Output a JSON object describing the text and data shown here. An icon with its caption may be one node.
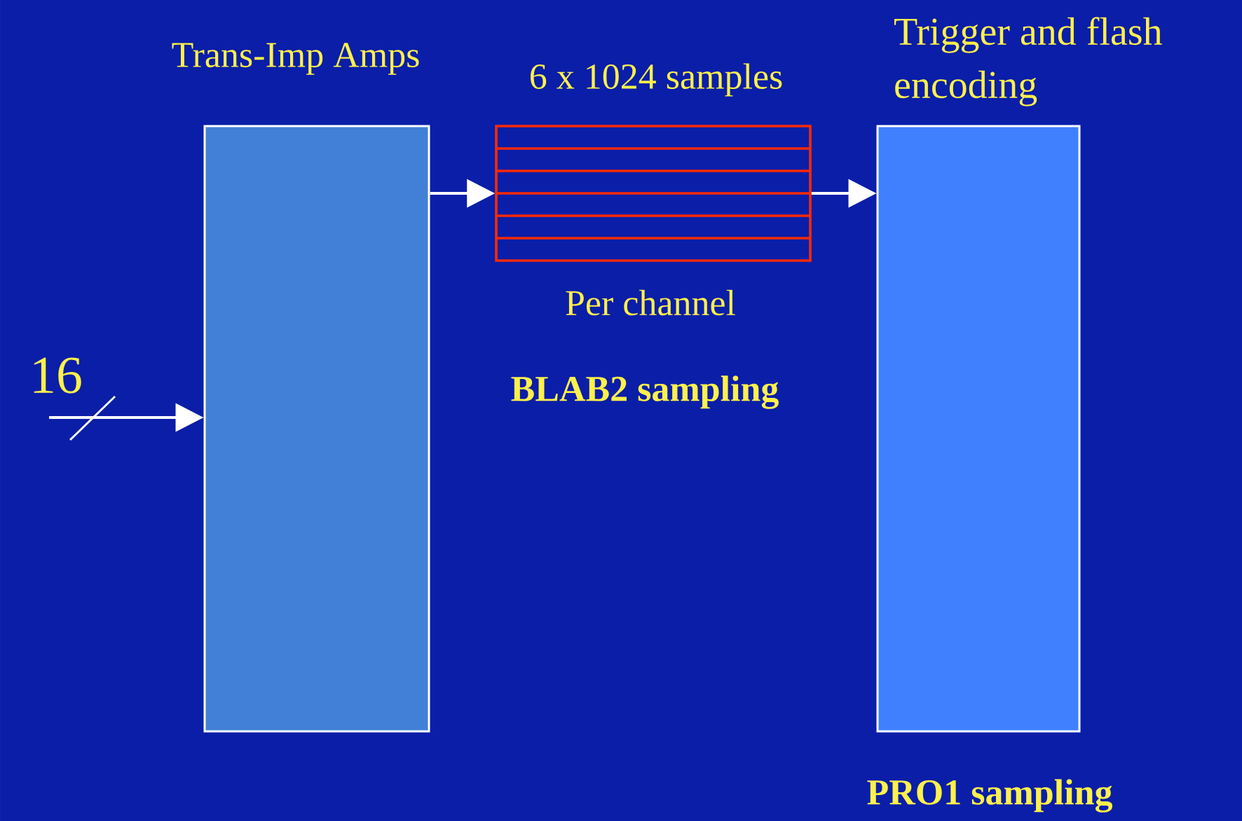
{
  "diagram": {
    "nodes": [
      {
        "text": [
          "Trans-Imp Amps"
        ]
      },
      {
        "text": [
          "6 x 1024 samples"
        ],
        "beside": [
          "Per channel",
          "**BLAB2 sampling**"
        ]
      },
      {
        "text": [
          "Trigger and flash encoding"
        ],
        "beside": [
          "**PRO1 sampling**"
        ]
      }
    ],
    "edges": [
      {
        "from": null,
        "to": 0,
        "arrow": "to"
      },
      {
        "from": 0,
        "to": 1,
        "arrow": "to"
      },
      {
        "from": 1,
        "to": 2,
        "arrow": "to"
      }
    ],
    "labels": [
      "16"
    ]
  }
}
